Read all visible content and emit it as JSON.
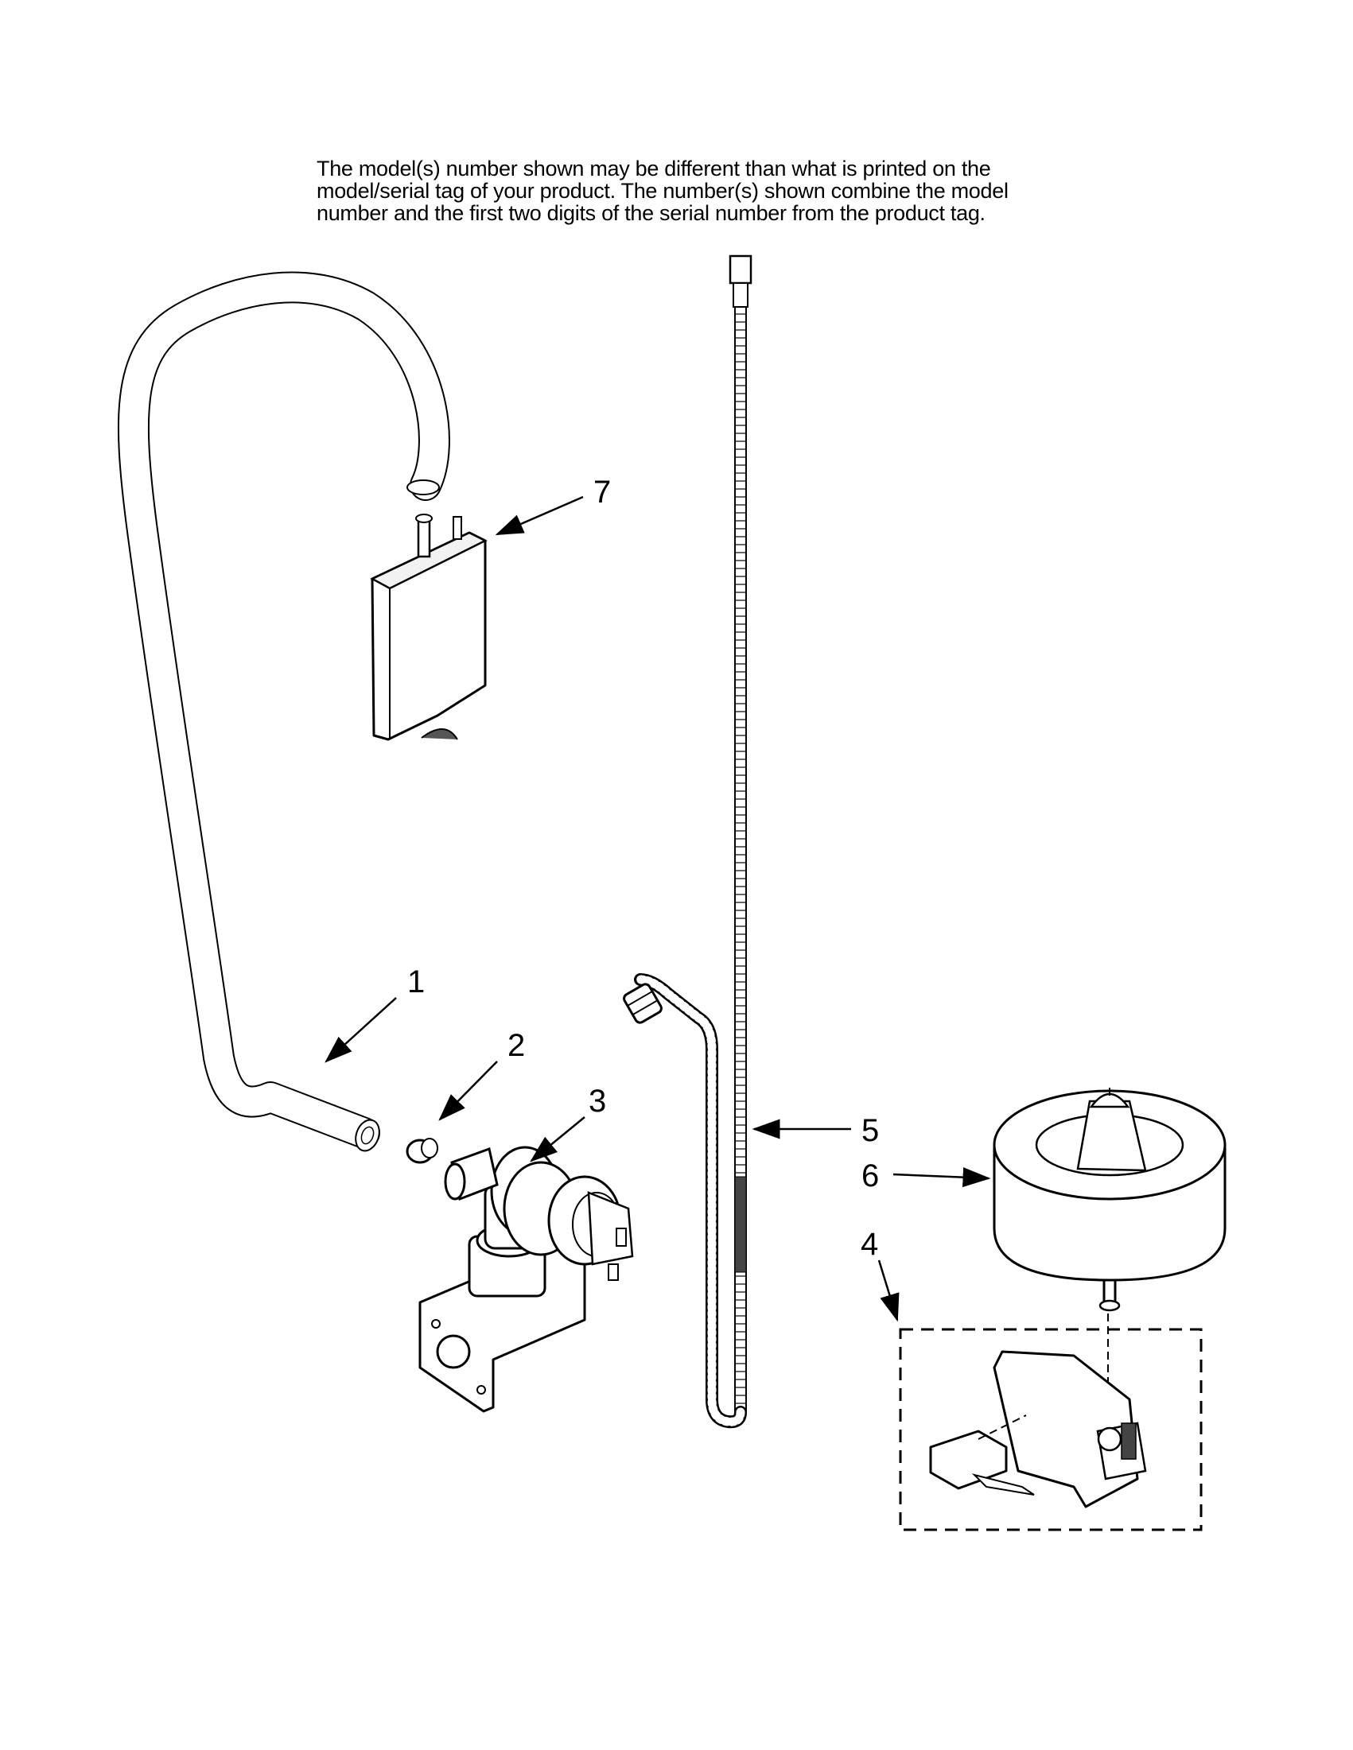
{
  "note": {
    "lines": [
      "The model(s) number shown may be different than what is printed on the",
      "model/serial tag of your product. The number(s) shown combine the model",
      "number and the first two digits of the serial number from the product tag."
    ]
  },
  "callouts": [
    "1",
    "2",
    "3",
    "4",
    "5",
    "6",
    "7"
  ]
}
